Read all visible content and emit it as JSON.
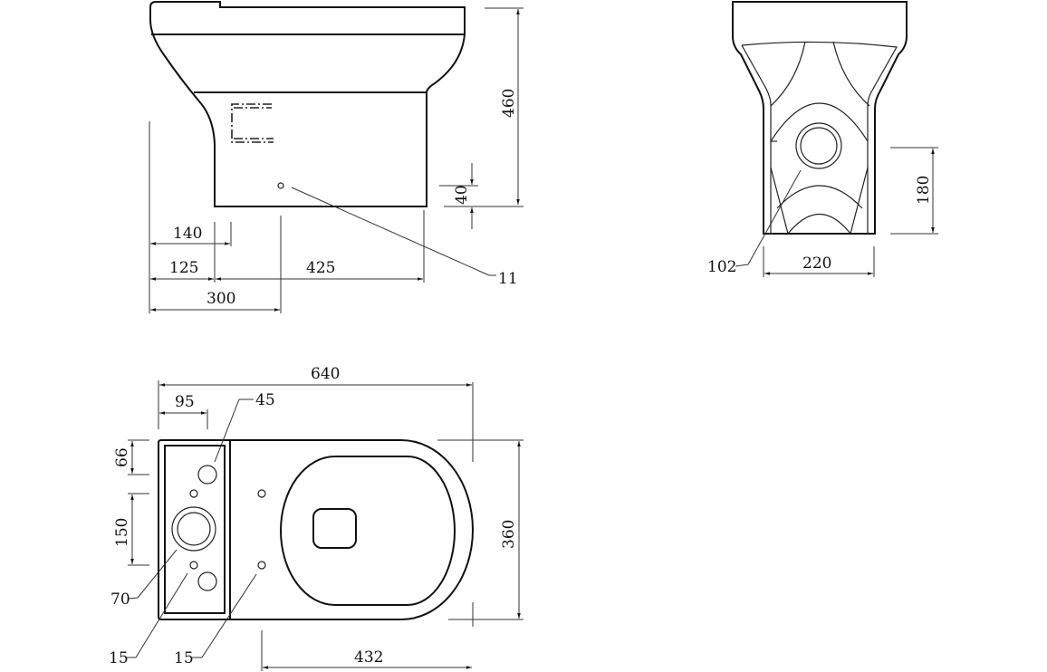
{
  "figure": {
    "type": "technical drawing",
    "subject": "close-coupled toilet dimensions",
    "units": "mm"
  },
  "side_view": {
    "dimensions": {
      "height": "460",
      "inlet_height": "40",
      "dim_140": "140",
      "dim_125": "125",
      "dim_425": "425",
      "dim_300": "300"
    },
    "callouts": {
      "hole": "11"
    }
  },
  "rear_view": {
    "dimensions": {
      "width": "220",
      "outlet_height": "180"
    },
    "callouts": {
      "outlet": "102"
    }
  },
  "top_view": {
    "dimensions": {
      "length": "640",
      "cistern_offset": "95",
      "dim_66": "66",
      "dim_150": "150",
      "width": "360",
      "dim_432": "432"
    },
    "callouts": {
      "button_hole": "45",
      "flush_valve": "70",
      "cistern_bolt": "15",
      "seat_bolt": "15"
    }
  }
}
